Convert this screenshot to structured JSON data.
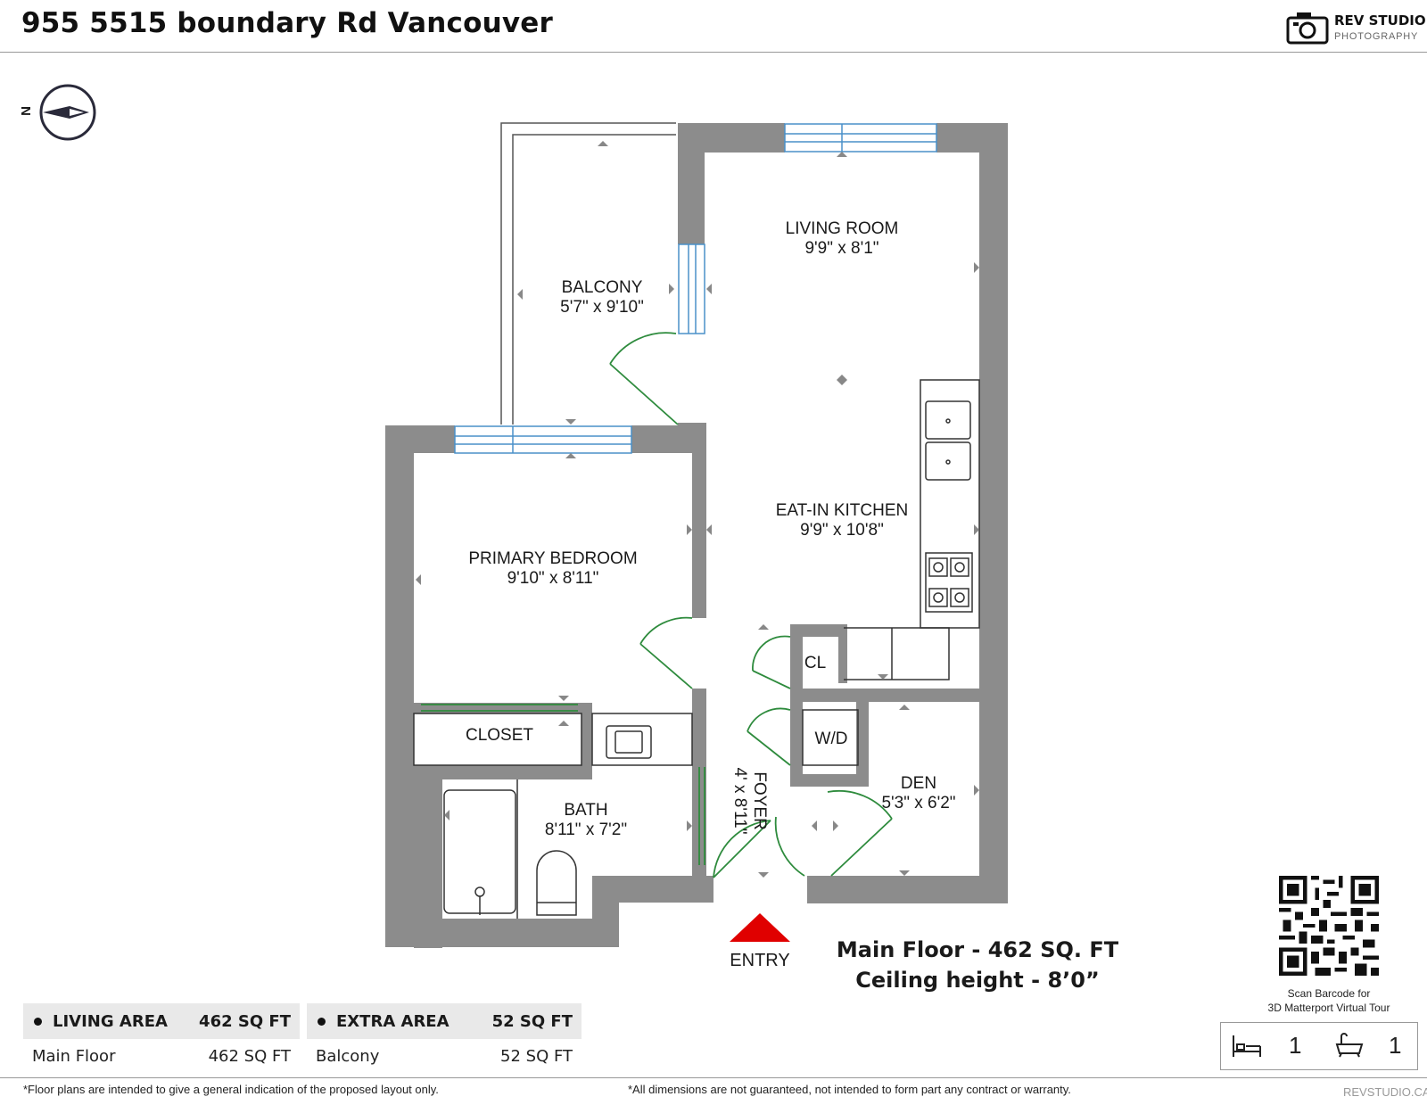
{
  "header": {
    "title": "955 5515 boundary Rd Vancouver",
    "logo_main": "REV STUDIO",
    "logo_sub": "PHOTOGRAPHY"
  },
  "compass": {
    "label": "N"
  },
  "rooms": {
    "living_room": {
      "name": "LIVING ROOM",
      "dims": "9'9\" x 8'1\""
    },
    "balcony": {
      "name": "BALCONY",
      "dims": "5'7\" x 9'10\""
    },
    "kitchen": {
      "name": "EAT-IN KITCHEN",
      "dims": "9'9\" x 10'8\""
    },
    "bedroom": {
      "name": "PRIMARY BEDROOM",
      "dims": "9'10\" x 8'11\""
    },
    "cl": {
      "name": "CL"
    },
    "wd": {
      "name": "W/D"
    },
    "closet": {
      "name": "CLOSET"
    },
    "bath": {
      "name": "BATH",
      "dims": "8'11\" x 7'2\""
    },
    "foyer": {
      "name": "FOYER",
      "dims": "4' x 8'11\""
    },
    "den": {
      "name": "DEN",
      "dims": "5'3\" x 6'2\""
    }
  },
  "entry_label": "ENTRY",
  "summary": {
    "line1": "Main Floor - 462 SQ. FT",
    "line2": "Ceiling height - 8’0”"
  },
  "areas": {
    "living": {
      "header": "LIVING AREA",
      "total": "462 SQ FT",
      "row_label": "Main Floor",
      "row_value": "462 SQ FT"
    },
    "extra": {
      "header": "EXTRA AREA",
      "total": "52 SQ FT",
      "row_label": "Balcony",
      "row_value": "52 SQ FT"
    }
  },
  "qr_caption": {
    "line1": "Scan Barcode for",
    "line2": "3D Matterport Virtual Tour"
  },
  "counts": {
    "bedrooms": "1",
    "bathrooms": "1"
  },
  "footer": {
    "disclaimer_left": "*Floor plans are intended to give a general indication of the proposed layout only.",
    "disclaimer_right": "*All dimensions are not guaranteed, not intended to form part any contract or warranty.",
    "site": "REVSTUDIO.CA"
  },
  "colors": {
    "wall": "#8c8c8c",
    "door": "#2e8b3d",
    "window": "#4a90c8",
    "entry_arrow": "#e00000"
  }
}
